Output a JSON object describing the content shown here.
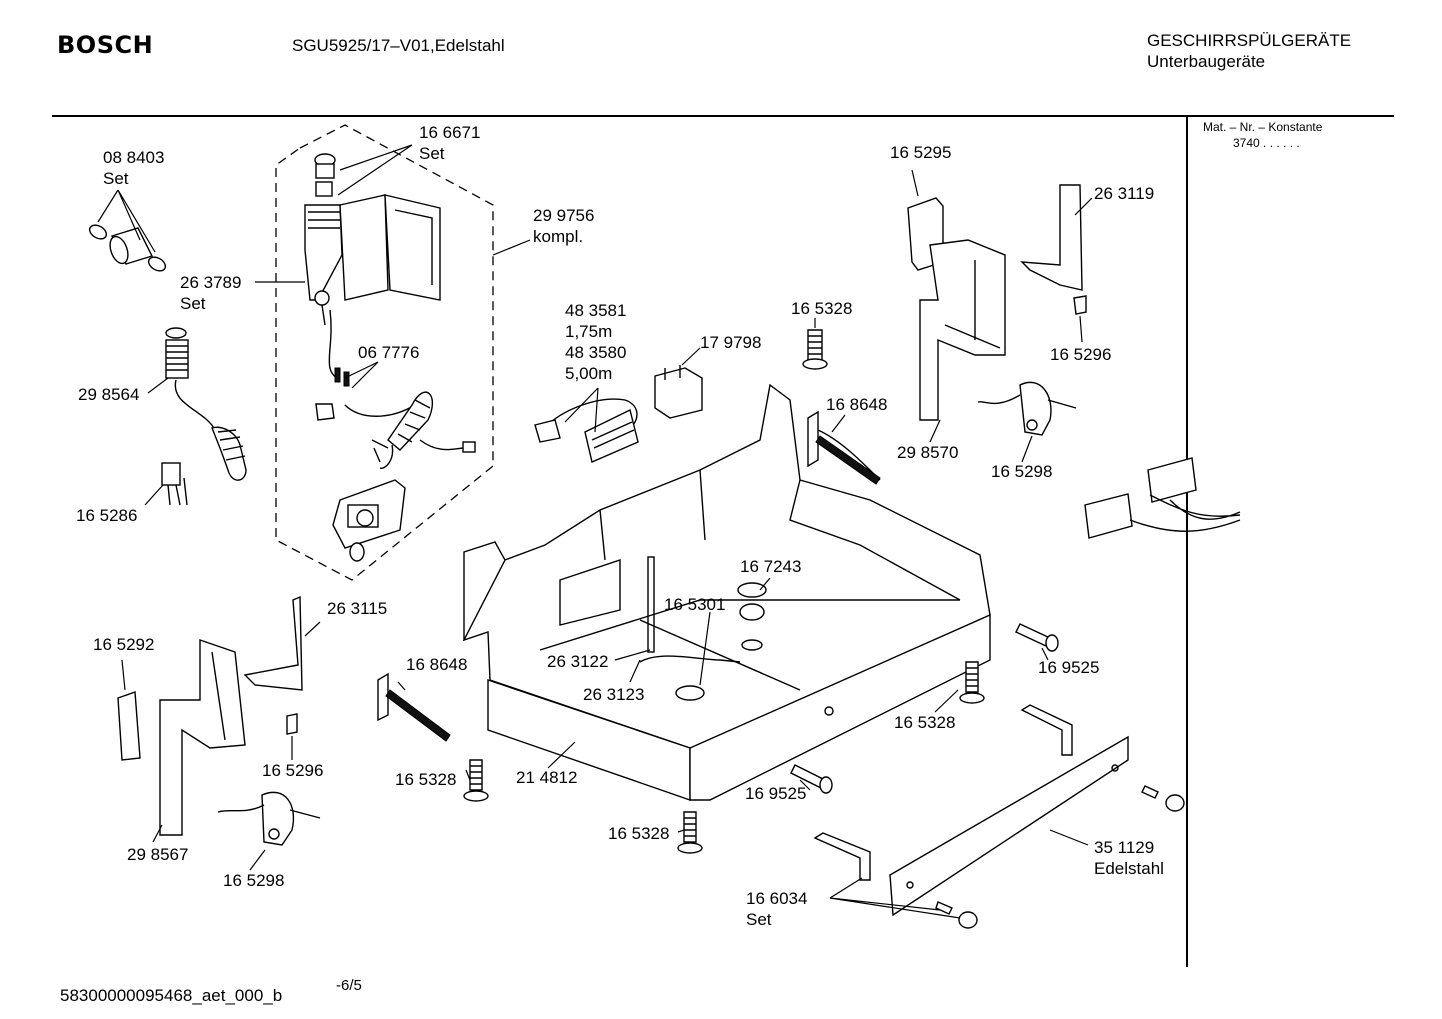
{
  "header": {
    "brand": "BOSCH",
    "model": "SGU5925/17–V01,Edelstahl",
    "category_line1": "GESCHIRRSPÜLGERÄTE",
    "category_line2": "Unterbaugeräte"
  },
  "sidebar": {
    "mat_nr_label": "Mat. – Nr. – Konstante",
    "mat_nr_value": "3740  .  .     .  .  .  ."
  },
  "footer": {
    "doc_id": "58300000095468_aet_000_b",
    "page": "-6/5"
  },
  "parts": [
    {
      "id": "p01",
      "line1": "08 8403",
      "line2": "Set"
    },
    {
      "id": "p02",
      "line1": "16 6671",
      "line2": "Set"
    },
    {
      "id": "p03",
      "line1": "29 9756",
      "line2": "kompl."
    },
    {
      "id": "p04",
      "line1": "26 3789",
      "line2": "Set"
    },
    {
      "id": "p05",
      "line1": "29 8564",
      "line2": ""
    },
    {
      "id": "p06",
      "line1": "06 7776",
      "line2": ""
    },
    {
      "id": "p07",
      "line1": "16 5286",
      "line2": ""
    },
    {
      "id": "p08",
      "line1": "48 3581",
      "line2": "1,75m"
    },
    {
      "id": "p09",
      "line1": "48 3580",
      "line2": "5,00m"
    },
    {
      "id": "p10",
      "line1": "17 9798",
      "line2": ""
    },
    {
      "id": "p11",
      "line1": "16 5328",
      "line2": ""
    },
    {
      "id": "p12",
      "line1": "16 5295",
      "line2": ""
    },
    {
      "id": "p13",
      "line1": "26 3119",
      "line2": ""
    },
    {
      "id": "p14",
      "line1": "16 5296",
      "line2": ""
    },
    {
      "id": "p15",
      "line1": "16 8648",
      "line2": ""
    },
    {
      "id": "p16",
      "line1": "29 8570",
      "line2": ""
    },
    {
      "id": "p17",
      "line1": "16 5298",
      "line2": ""
    },
    {
      "id": "p18",
      "line1": "16 7243",
      "line2": ""
    },
    {
      "id": "p19",
      "line1": "16 5301",
      "line2": ""
    },
    {
      "id": "p20",
      "line1": "26 3115",
      "line2": ""
    },
    {
      "id": "p21",
      "line1": "16 5292",
      "line2": ""
    },
    {
      "id": "p22",
      "line1": "26 3122",
      "line2": ""
    },
    {
      "id": "p23",
      "line1": "16 8648",
      "line2": ""
    },
    {
      "id": "p24",
      "line1": "26 3123",
      "line2": ""
    },
    {
      "id": "p25",
      "line1": "16 9525",
      "line2": ""
    },
    {
      "id": "p26",
      "line1": "16 5328",
      "line2": ""
    },
    {
      "id": "p27",
      "line1": "16 5296",
      "line2": ""
    },
    {
      "id": "p28",
      "line1": "16 5328",
      "line2": ""
    },
    {
      "id": "p29",
      "line1": "21 4812",
      "line2": ""
    },
    {
      "id": "p30",
      "line1": "16 9525",
      "line2": ""
    },
    {
      "id": "p31",
      "line1": "29 8567",
      "line2": ""
    },
    {
      "id": "p32",
      "line1": "16 5328",
      "line2": ""
    },
    {
      "id": "p33",
      "line1": "35 1129",
      "line2": "Edelstahl"
    },
    {
      "id": "p34",
      "line1": "16 5298",
      "line2": ""
    },
    {
      "id": "p35",
      "line1": "16 6034",
      "line2": "Set"
    }
  ]
}
